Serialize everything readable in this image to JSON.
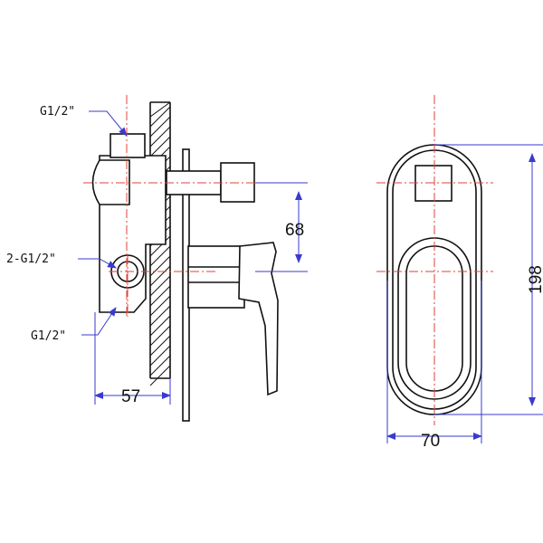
{
  "labels": {
    "inlet_top": "G1/2\"",
    "outlets": "2-G1/2\"",
    "inlet_bottom": "G1/2\""
  },
  "dimensions": {
    "outlet_spacing": "68",
    "depth": "57",
    "plate_height": "198",
    "plate_width": "70"
  },
  "colors": {
    "outline": "#111111",
    "centerline": "#e0423a",
    "dimension_line": "#3a3ad0"
  }
}
